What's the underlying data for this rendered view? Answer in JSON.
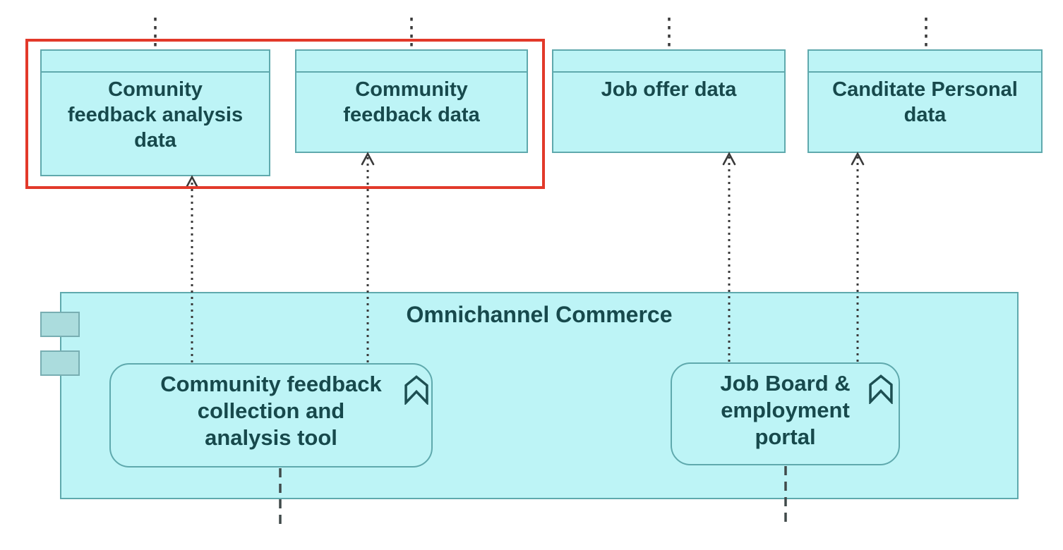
{
  "diagram": {
    "data_objects": [
      {
        "label": "Comunity feedback analysis data",
        "lines": [
          "Comunity",
          "feedback analysis",
          "data"
        ]
      },
      {
        "label": "Community feedback data",
        "lines": [
          "Community",
          "feedback data"
        ]
      },
      {
        "label": "Job offer data",
        "lines": [
          "Job offer data"
        ]
      },
      {
        "label": "Canditate Personal data",
        "lines": [
          "Canditate Personal",
          "data"
        ]
      }
    ],
    "container": {
      "title": "Omnichannel Commerce"
    },
    "components": [
      {
        "label": "Community feedback collection and analysis tool",
        "lines": [
          "Community feedback",
          "collection and",
          "analysis tool"
        ],
        "icon": "bookmark-chevron-icon"
      },
      {
        "label": "Job Board & employment portal",
        "lines": [
          "Job Board &",
          "employment",
          "portal"
        ],
        "icon": "bookmark-chevron-icon"
      }
    ],
    "connections": {
      "access_arrows": 4,
      "top_stubs": 4,
      "dashed_lines": 2,
      "style": "dotted-open-arrowhead"
    },
    "colors": {
      "element_fill": "#bdf4f6",
      "element_border": "#5fa9ad",
      "port_fill": "#abdcdd",
      "port_border": "#78aeb2",
      "text": "#17494c",
      "connector": "#3a3a3a",
      "selection": "#e2392a"
    }
  }
}
